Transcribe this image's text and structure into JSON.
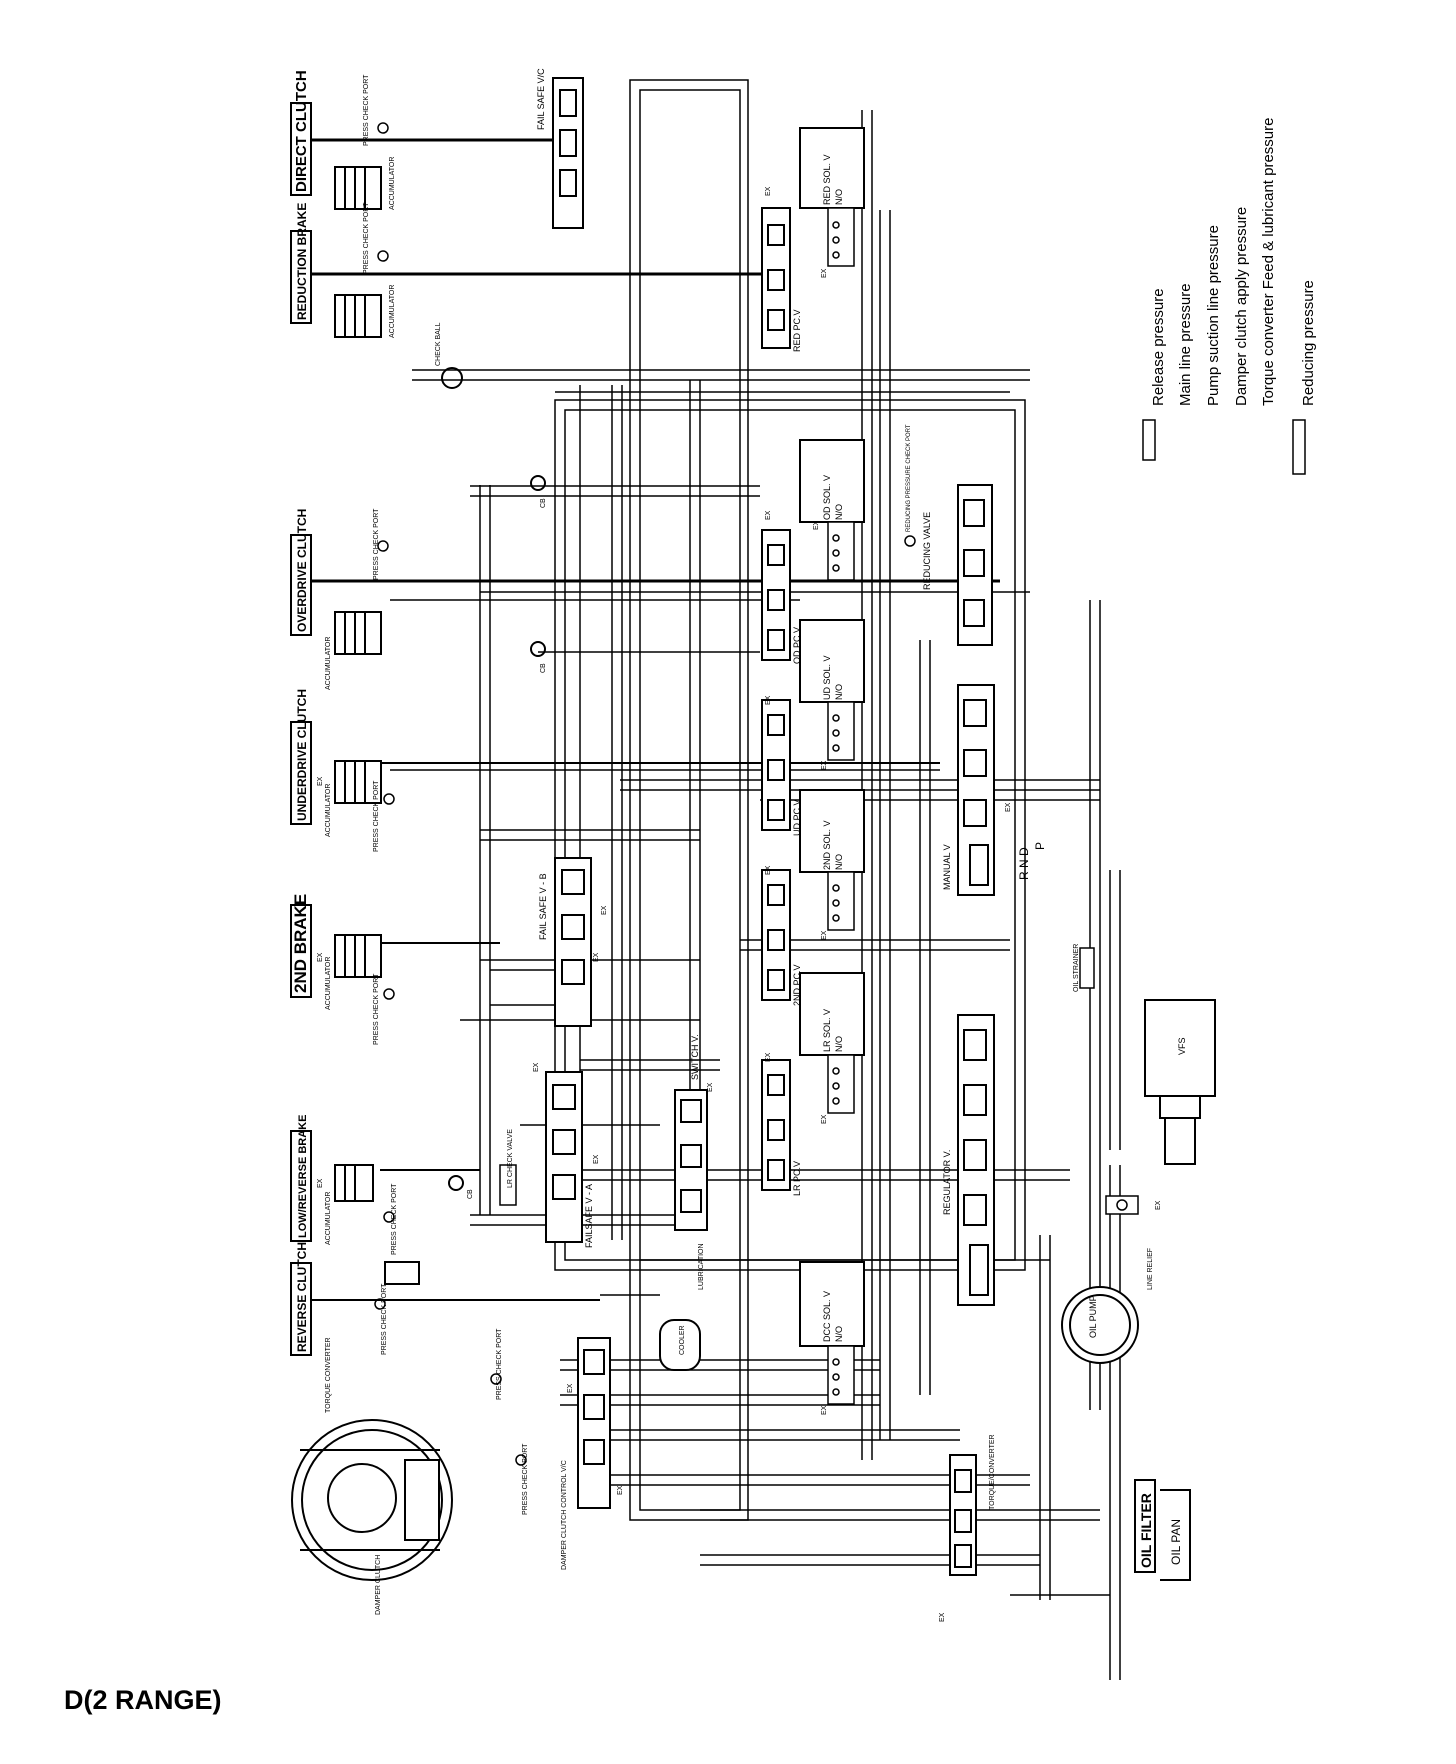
{
  "title": "D(2 RANGE)",
  "components": {
    "direct_clutch": "DIRECT CLUTCH",
    "reduction_brake": "REDUCTION BRAKE",
    "overdrive_clutch": "OVERDRIVE CLUTCH",
    "underdrive_clutch": "UNDERDRIVE CLUTCH",
    "second_brake": "2ND BRAKE",
    "low_reverse_brake": "LOW/REVERSE BRAKE",
    "reverse_clutch": "REVERSE CLUTCH",
    "oil_filter": "OIL FILTER",
    "oil_pan": "OIL PAN",
    "oil_pump": "OIL PUMP",
    "vfs": "VFS",
    "cooler": "COOLER"
  },
  "valves": {
    "fail_safe_vc": "FAIL SAFE V/C",
    "red_sol": "RED SOL. V",
    "red_sol_mode": "N/O",
    "red_pcv": "RED PC.V",
    "od_sol": "OD SOL. V",
    "od_sol_mode": "N/O",
    "od_pcv": "OD PC.V",
    "ud_sol": "UD SOL. V",
    "ud_sol_mode": "N/O",
    "ud_pcv": "UD PC.V",
    "second_sol": "2ND SOL. V",
    "second_sol_mode": "N/O",
    "second_pcv": "2ND PC.V",
    "lr_sol": "LR SOL. V",
    "lr_sol_mode": "N/O",
    "lr_pcv": "LR PC.V",
    "dcc_sol": "DCC SOL. V",
    "dcc_sol_mode": "N/O",
    "fail_safe_b": "FAIL SAFE V - B",
    "fail_safe_a": "FAILSAFE V - A",
    "switch_v": "SWITCH V.",
    "manual_v": "MANUAL V",
    "reducing_valve": "REDUCING VALVE",
    "regulator_v": "REGULATOR V.",
    "line_relief": "LINE RELIEF",
    "torque_converter_v": "TORQUE/CONVERTER",
    "damper_clutch_control": "DAMPER CLUTCH CONTROL V/C",
    "oil_strainer": "OIL STRAINER",
    "lubrication": "LUBRICATION",
    "ex": "EX",
    "range_rnd": "R N D",
    "range_p": "P",
    "reducing_press_check": "REDUCING PRESSURE CHECK PORT"
  },
  "small_labels": {
    "accumulator": "ACCUMULATOR",
    "press_check_port": "PRESS CHECK PORT",
    "check_ball": "CHECK BALL",
    "cb": "CB",
    "torque_converter": "TORQUE CONVERTER",
    "damper_clutch": "DAMPER CLUTCH",
    "lr_check": "LR CHECK VALVE"
  },
  "legend": [
    {
      "label": "Release pressure",
      "swatch": true
    },
    {
      "label": "Main line pressure",
      "swatch": false
    },
    {
      "label": "Pump suction line pressure",
      "swatch": false
    },
    {
      "label": "Damper clutch apply pressure",
      "swatch": false
    },
    {
      "label": "Torque converter Feed & lubricant pressure",
      "swatch": false
    },
    {
      "label": "Reducing pressure",
      "swatch": true
    }
  ],
  "colors": {
    "line": "#000000",
    "background": "#ffffff"
  }
}
